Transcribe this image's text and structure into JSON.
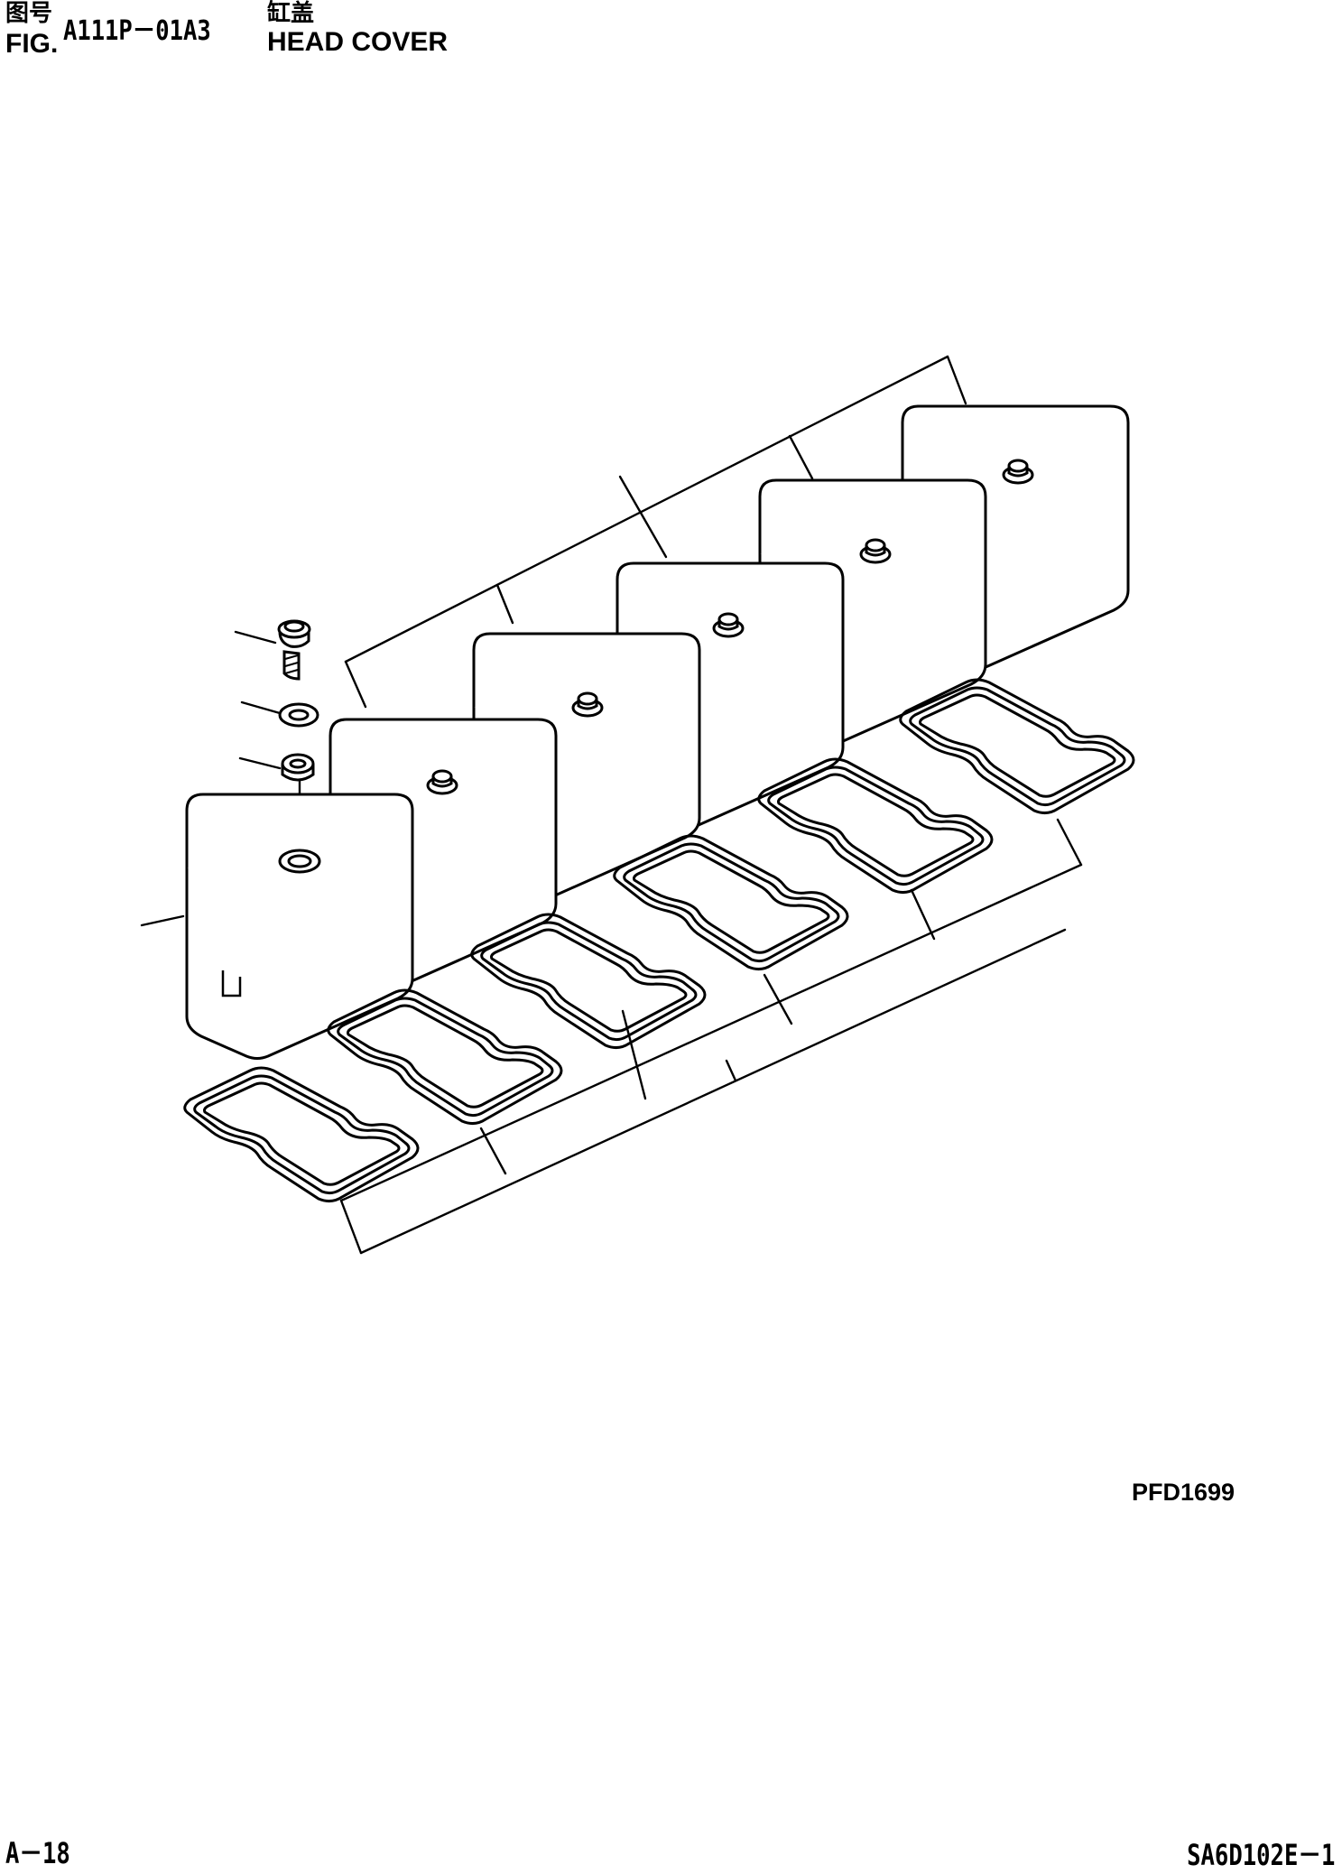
{
  "header": {
    "fig_label_cn": "图号",
    "fig_label_en": "FIG.",
    "fig_number": "A111P－01A3",
    "title_cn": "缸盖",
    "title_en": "HEAD COVER"
  },
  "drawing_code": "PFD1699",
  "footer": {
    "page_number": "A－18",
    "model_code": "SA6D102E－1"
  }
}
